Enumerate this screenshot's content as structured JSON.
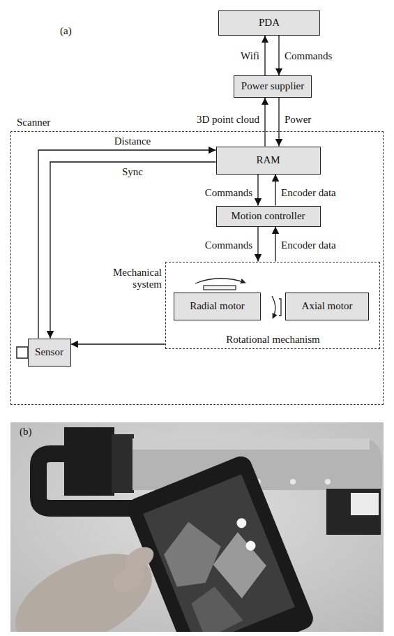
{
  "diagram": {
    "nodes": [
      {
        "text": [
          "PDA"
        ]
      },
      {
        "text": [
          "Power supplier"
        ]
      },
      {
        "text": [
          "Scanner"
        ]
      },
      {
        "text": [
          "RAM"
        ],
        "in": 2
      },
      {
        "text": [
          "Motion controller"
        ],
        "in": 2
      },
      {
        "text": [
          "Rotational mechanism"
        ],
        "in": 2
      },
      {
        "text": [
          "Radial motor"
        ],
        "in": 5
      },
      {
        "text": [
          "Axial motor"
        ],
        "in": 5
      },
      {
        "text": [
          "Sensor"
        ],
        "in": 2
      }
    ],
    "edges": [
      {
        "from": 1,
        "to": 0,
        "label": "Wifi",
        "arrow": "to"
      },
      {
        "from": 0,
        "to": 1,
        "label": "Commands",
        "arrow": "to"
      },
      {
        "from": 3,
        "to": 1,
        "label": "3D point cloud",
        "arrow": "to"
      },
      {
        "from": 1,
        "to": 3,
        "label": "Power",
        "arrow": "to"
      },
      {
        "from": 8,
        "to": 3,
        "label": "Distance",
        "arrow": "to"
      },
      {
        "from": 3,
        "to": 8,
        "label": "Sync",
        "arrow": "to"
      },
      {
        "from": 3,
        "to": 4,
        "label": "Commands",
        "arrow": "to"
      },
      {
        "from": 4,
        "to": 3,
        "label": "Encoder data",
        "arrow": "to"
      },
      {
        "from": 4,
        "to": 5,
        "label": "Commands",
        "arrow": "to"
      },
      {
        "from": 5,
        "to": 4,
        "label": "Encoder data",
        "arrow": "to"
      },
      {
        "from": 5,
        "to": 8,
        "label": "Mechanical system",
        "arrow": "to"
      }
    ],
    "labels": [
      "(a)",
      "(b)"
    ]
  }
}
